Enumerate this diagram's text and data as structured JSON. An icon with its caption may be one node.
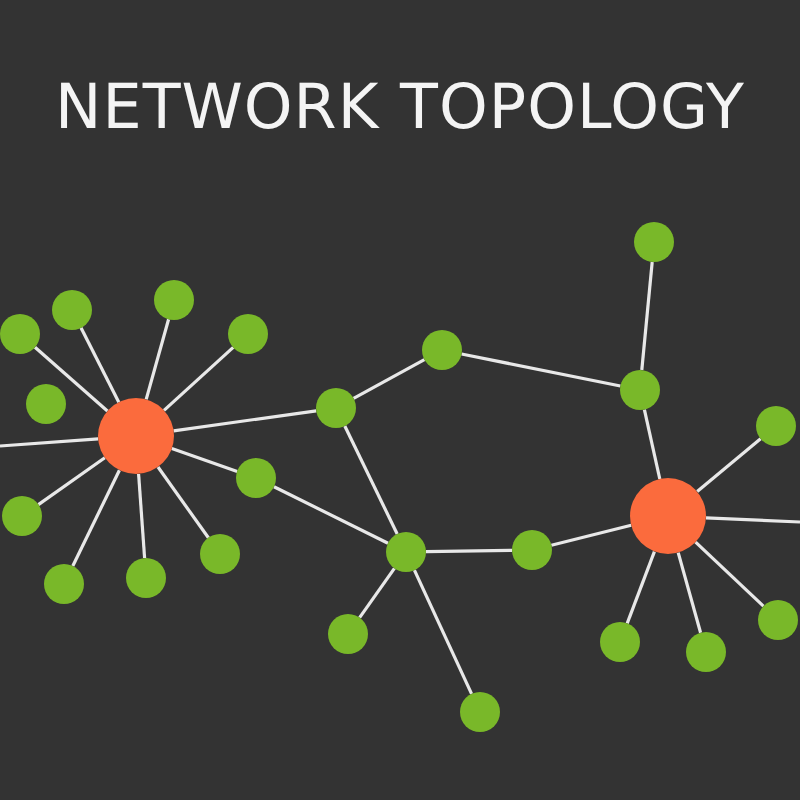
{
  "diagram": {
    "title": "NETWORK TOPOLOGY",
    "nodes": [
      {
        "text": [],
        "shape": "circle"
      },
      {
        "text": [],
        "shape": "circle"
      },
      {
        "text": [],
        "shape": "circle"
      },
      {
        "text": [],
        "shape": "circle"
      },
      {
        "text": [],
        "shape": "circle"
      },
      {
        "text": [],
        "shape": "circle"
      },
      {
        "text": [],
        "shape": "circle"
      },
      {
        "text": [],
        "shape": "circle"
      },
      {
        "text": [],
        "shape": "circle"
      },
      {
        "text": [],
        "shape": "circle"
      },
      {
        "text": [],
        "shape": "circle"
      },
      {
        "text": [],
        "shape": "circle"
      },
      {
        "text": [],
        "shape": "circle"
      },
      {
        "text": [],
        "shape": "circle"
      },
      {
        "text": [],
        "shape": "circle"
      },
      {
        "text": [],
        "shape": "circle"
      },
      {
        "text": [],
        "shape": "circle"
      },
      {
        "text": [],
        "shape": "circle"
      },
      {
        "text": [],
        "shape": "circle"
      },
      {
        "text": [],
        "shape": "circle"
      },
      {
        "text": [],
        "shape": "circle"
      },
      {
        "text": [],
        "shape": "circle"
      },
      {
        "text": [],
        "shape": "circle"
      },
      {
        "text": [],
        "shape": "circle"
      }
    ],
    "edges": [
      {
        "from": 5,
        "to": 0,
        "arrow": "none"
      },
      {
        "from": 5,
        "to": 4,
        "arrow": "none"
      },
      {
        "from": 5,
        "to": 7,
        "arrow": "none"
      },
      {
        "from": 5,
        "to": 9,
        "arrow": "none"
      },
      {
        "from": 5,
        "to": null,
        "arrow": "none"
      },
      {
        "from": 5,
        "to": 1,
        "arrow": "none"
      },
      {
        "from": 5,
        "to": 3,
        "arrow": "none"
      },
      {
        "from": 5,
        "to": 6,
        "arrow": "none"
      },
      {
        "from": 5,
        "to": 8,
        "arrow": "none"
      },
      {
        "from": 5,
        "to": 10,
        "arrow": "none"
      },
      {
        "from": 5,
        "to": 11,
        "arrow": "none"
      },
      {
        "from": 10,
        "to": 13,
        "arrow": "none"
      },
      {
        "from": 11,
        "to": 14,
        "arrow": "none"
      },
      {
        "from": 11,
        "to": 13,
        "arrow": "none"
      },
      {
        "from": 14,
        "to": 18,
        "arrow": "none"
      },
      {
        "from": 13,
        "to": 12,
        "arrow": "none"
      },
      {
        "from": 13,
        "to": 15,
        "arrow": "none"
      },
      {
        "from": 13,
        "to": 16,
        "arrow": "none"
      },
      {
        "from": 16,
        "to": 20,
        "arrow": "none"
      },
      {
        "from": 18,
        "to": 19,
        "arrow": "none"
      },
      {
        "from": 18,
        "to": 20,
        "arrow": "none"
      },
      {
        "from": 20,
        "to": 22,
        "arrow": "none"
      },
      {
        "from": 20,
        "to": null,
        "arrow": "none"
      },
      {
        "from": 20,
        "to": 23,
        "arrow": "none"
      },
      {
        "from": 20,
        "to": 17,
        "arrow": "none"
      },
      {
        "from": 20,
        "to": 21,
        "arrow": "none"
      }
    ]
  }
}
